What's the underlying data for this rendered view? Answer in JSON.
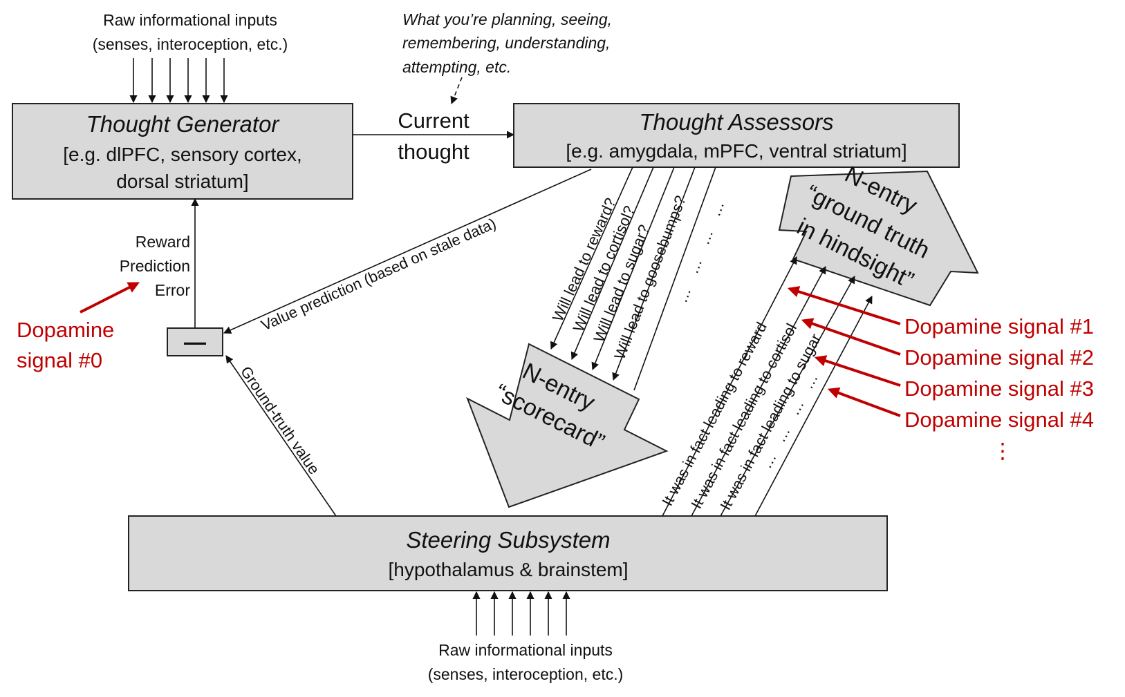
{
  "top_inputs": {
    "line1": "Raw informational inputs",
    "line2": "(senses, interoception, etc.)"
  },
  "bottom_inputs": {
    "line1": "Raw informational inputs",
    "line2": "(senses, interoception, etc.)"
  },
  "annotation": {
    "line1": "What you’re planning, seeing,",
    "line2": "remembering, understanding,",
    "line3": "attempting, etc."
  },
  "thought_generator": {
    "title": "Thought Generator",
    "line1": "[e.g. dlPFC, sensory cortex,",
    "line2": "dorsal striatum]"
  },
  "thought_assessors": {
    "title": "Thought Assessors",
    "line1": "[e.g. amygdala, mPFC, ventral striatum]"
  },
  "steering_subsystem": {
    "title": "Steering Subsystem",
    "line1": "[hypothalamus & brainstem]"
  },
  "current_thought": {
    "line1": "Current",
    "line2": "thought"
  },
  "rpe": {
    "line1": "Reward",
    "line2": "Prediction",
    "line3": "Error"
  },
  "subtract_symbol": "—",
  "value_prediction": "Value prediction (based on stale data)",
  "ground_truth_value": "Ground-truth value",
  "will_lead": [
    "Will lead to reward?",
    "Will lead to cortisol?",
    "Will lead to sugar?",
    "Will lead to goosebumps?"
  ],
  "ellipsis": "…",
  "in_fact": [
    "It was in fact leading to reward",
    "It was in fact leading to cortisol",
    "It was in fact leading to sugar"
  ],
  "scorecard": {
    "line1": "N-entry",
    "line2": "“scorecard”"
  },
  "hindsight": {
    "line1": "N-entry",
    "line2": "“ground truth",
    "line3": "in hindsight”"
  },
  "dopamine0": {
    "line1": "Dopamine",
    "line2": "signal #0"
  },
  "dopamine_signals": [
    "Dopamine signal #1",
    "Dopamine signal #2",
    "Dopamine signal #3",
    "Dopamine signal #4"
  ],
  "vertical_ellipsis": "⋮",
  "colors": {
    "box_fill": "#d9d9d9",
    "dopamine": "#c00000"
  }
}
